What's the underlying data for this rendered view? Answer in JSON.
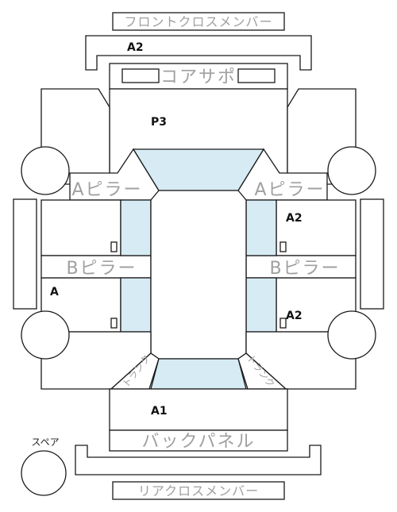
{
  "labels": {
    "front_cross_member": "フロントクロスメンバー",
    "core_support": "コアサポ",
    "a_pillar": "Aピラー",
    "b_pillar": "Bピラー",
    "rear_cross_member": "リアクロスメンバー",
    "back_panel": "バックパネル",
    "spare": "スペア",
    "trunk": "トランク"
  },
  "codes": {
    "front_member": "A2",
    "hood_area": "P3",
    "right_front_door": "A2",
    "right_rear_door": "A2",
    "left_rear_door": "A",
    "trunk_area": "A1"
  },
  "colors": {
    "glass": "#d6ebf3",
    "line": "#1a1a1a",
    "label_gray": "#a0a0a0"
  }
}
